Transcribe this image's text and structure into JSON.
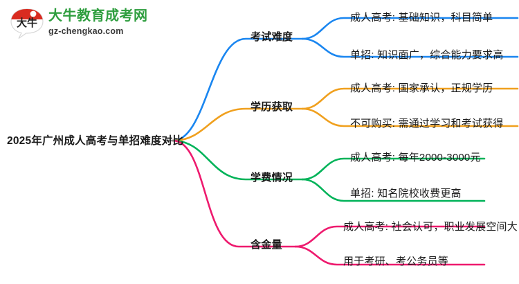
{
  "logo": {
    "mark_text": "大牛",
    "title": "大牛教育成考网",
    "subtitle": "gz-chengkao.com",
    "brand_green": "#2f9e3f",
    "brand_red": "#d92b20"
  },
  "mindmap": {
    "root": {
      "label": "2025年广州成人高考与单招难度对比"
    },
    "branches": [
      {
        "label": "考试难度",
        "color": "#1a86f0",
        "children": [
          {
            "label": "成人高考: 基础知识，科目简单"
          },
          {
            "label": "单招: 知识面广，综合能力要求高"
          }
        ]
      },
      {
        "label": "学历获取",
        "color": "#f0a01e",
        "children": [
          {
            "label": "成人高考: 国家承认，正规学历"
          },
          {
            "label": "不可购买: 需通过学习和考试获得"
          }
        ]
      },
      {
        "label": "学费情况",
        "color": "#00b359",
        "children": [
          {
            "label": "成人高考: 每年2000-3000元"
          },
          {
            "label": "单招: 知名院校收费更高"
          }
        ]
      },
      {
        "label": "含金量",
        "color": "#ee1a6e",
        "children": [
          {
            "label": "成人高考: 社会认可，职业发展空间大"
          },
          {
            "label": "用于考研、考公务员等"
          }
        ]
      }
    ]
  }
}
